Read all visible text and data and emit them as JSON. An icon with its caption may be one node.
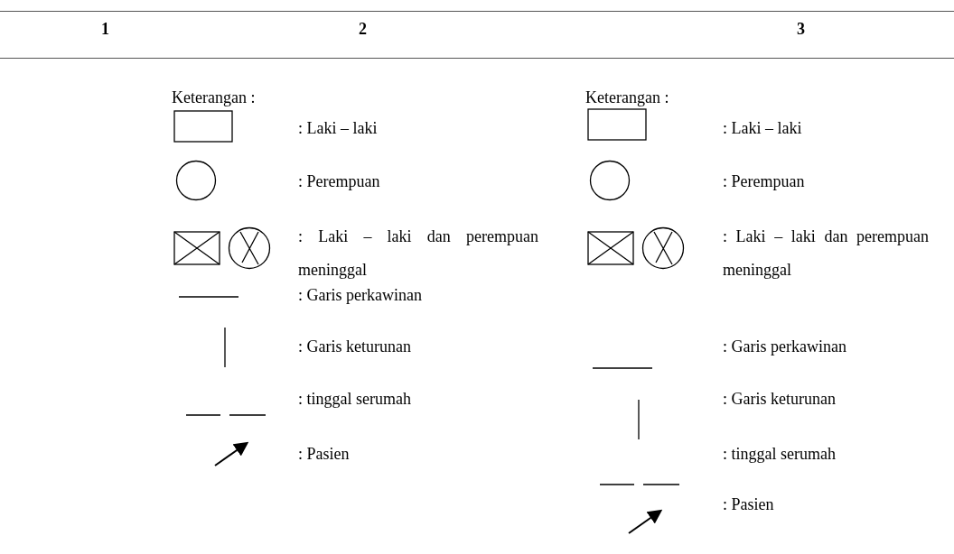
{
  "diagram": {
    "labels": [
      "1",
      "2",
      "3",
      "Keterangan :",
      "Keterangan :"
    ],
    "legend": [
      {
        "text": ": Laki – laki"
      },
      {
        "text": ": Perempuan"
      },
      {
        "text": ": Laki – laki dan perempuan meninggal"
      },
      {
        "text": ": Garis perkawinan"
      },
      {
        "text": ": Garis keturunan"
      },
      {
        "text": ": tinggal serumah"
      },
      {
        "text": ": Pasien"
      },
      {
        "text": ": Laki – laki"
      },
      {
        "text": ": Perempuan"
      },
      {
        "text": ": Laki – laki dan perempuan meninggal"
      },
      {
        "text": ": Garis perkawinan"
      },
      {
        "text": ": Garis keturunan"
      },
      {
        "text": ": tinggal serumah"
      },
      {
        "text": ": Pasien"
      }
    ]
  }
}
